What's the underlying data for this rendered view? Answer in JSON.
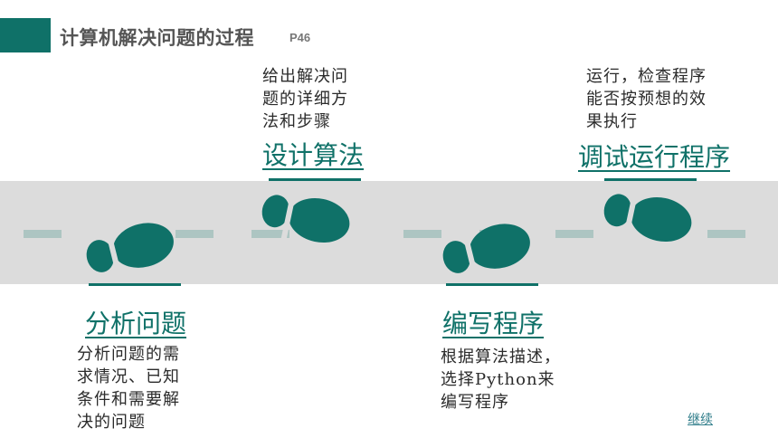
{
  "header": {
    "title": "计算机解决问题的过程",
    "page_ref": "P46"
  },
  "steps": [
    {
      "title": "分析问题",
      "description": [
        "分析问题的需",
        "求情况、已知",
        "条件和需要解",
        "决的问题"
      ]
    },
    {
      "title": "设计算法",
      "description": [
        "给出解决问",
        "题的详细方",
        "法和步骤"
      ]
    },
    {
      "title": "编写程序",
      "description": [
        "根据算法描述，",
        "选择Python来",
        "编写程序"
      ]
    },
    {
      "title": "调试运行程序",
      "description": [
        "运行，检查程序",
        "能否按预想的效",
        "果执行"
      ]
    }
  ],
  "footer": {
    "continue_label": "继续"
  },
  "colors": {
    "accent": "#0f7168",
    "road": "#dcdcdc",
    "dash": "#adc5c2"
  },
  "icons": {
    "footprint": "shoe-print-icon"
  }
}
